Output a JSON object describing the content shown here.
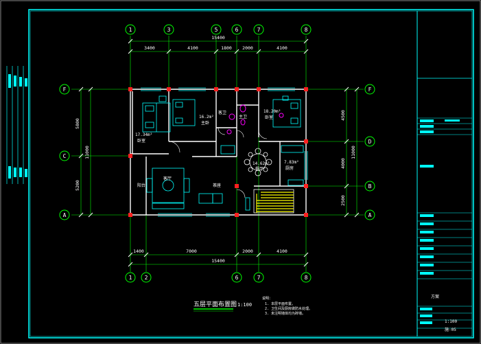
{
  "drawing": {
    "title": "五层平面布置图",
    "scale": "1:100",
    "notes_title": "说明：",
    "notes": [
      "1. 本层平面布置。",
      "2. 卫生间及厨房做防水处理。",
      "3. 未注明墙体均为砖墙。"
    ]
  },
  "axes": {
    "top_labels": [
      "1",
      "3",
      "5",
      "6",
      "7",
      "8"
    ],
    "bottom_labels": [
      "1",
      "2",
      "6",
      "7",
      "8"
    ],
    "left_labels": [
      "F",
      "C",
      "A"
    ],
    "right_labels": [
      "F",
      "D",
      "B",
      "A"
    ]
  },
  "dimensions": {
    "top_total": "15400",
    "top_segments": [
      "3400",
      "4100",
      "1800",
      "2000",
      "4100"
    ],
    "bottom_total": "15400",
    "bottom_segments": [
      "1400",
      "7000",
      "2000",
      "4100"
    ],
    "left_total": "11000",
    "left_segments": [
      "5800",
      "5200"
    ],
    "right_total": "11000",
    "right_segments": [
      "4500",
      "4000",
      "2500"
    ]
  },
  "rooms": [
    {
      "area": "17.34m²",
      "name": "卧室"
    },
    {
      "area": "16.2m²",
      "name": "主卧"
    },
    {
      "area": "",
      "name": "客卫"
    },
    {
      "area": "",
      "name": "主卫"
    },
    {
      "area": "18.20m²",
      "name": "卧室"
    },
    {
      "area": "14.62m²",
      "name": "餐厅"
    },
    {
      "area": "7.83m²",
      "name": "厨房"
    },
    {
      "area": "",
      "name": "客厅"
    },
    {
      "area": "",
      "name": "阳台"
    },
    {
      "area": "",
      "name": "茶座"
    }
  ],
  "title_block": {
    "project": "方案",
    "scale": "1:100",
    "sheet": "施-05"
  },
  "colors": {
    "background": "#000000",
    "frame": "#00ffff",
    "axis": "#00ff00",
    "wall": "#ffffff",
    "column": "#ff2020",
    "furniture": "#00ffff",
    "fixture": "#ff00ff",
    "stair": "#ffff00",
    "text": "#ffffff"
  }
}
